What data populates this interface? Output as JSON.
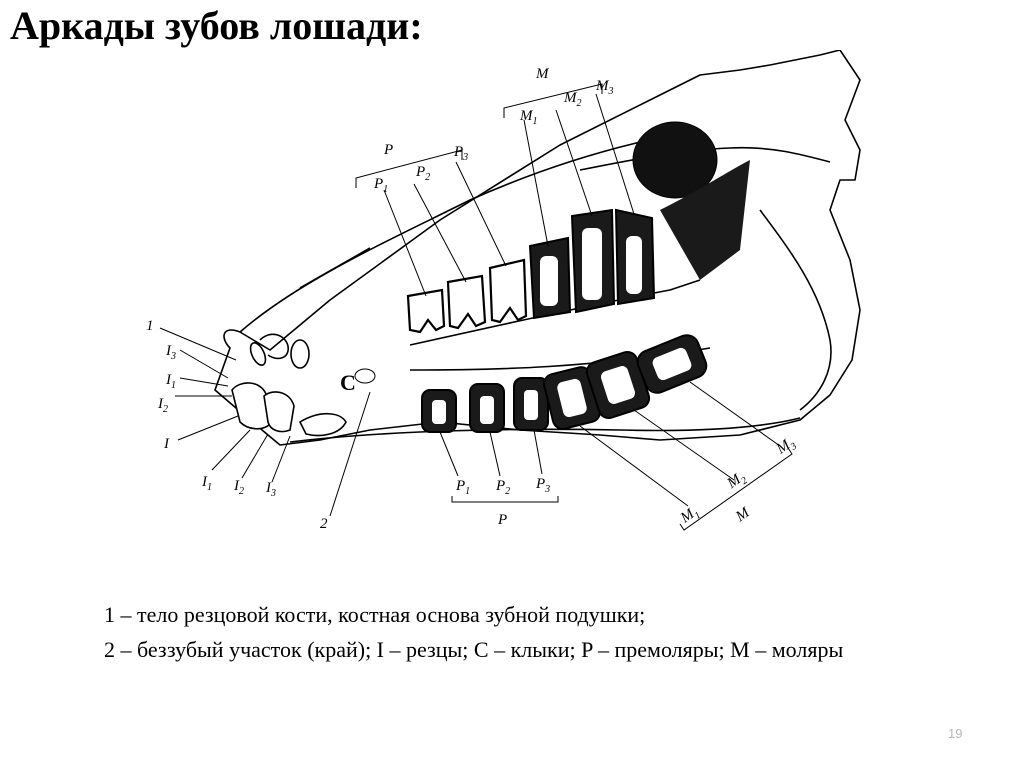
{
  "title": "Аркады зубов лошади:",
  "figure": {
    "labels": {
      "one": "1",
      "two": "2",
      "c": "C",
      "i": "I",
      "i1": "I",
      "i1_sub": "1",
      "i2": "I",
      "i2_sub": "2",
      "i3": "I",
      "i3_sub": "3",
      "p": "P",
      "p1": "P",
      "p1_sub": "1",
      "p2": "P",
      "p2_sub": "2",
      "p3": "P",
      "p3_sub": "3",
      "m": "M",
      "m1": "M",
      "m1_sub": "1",
      "m2": "M",
      "m2_sub": "2",
      "m3": "M",
      "m3_sub": "3"
    }
  },
  "caption": {
    "line1": "1 – тело резцовой кости, костная основа зубной подушки;",
    "line2": "2 – беззубый участок (край); I – резцы; C – клыки; P – премоляры; M – моляры"
  },
  "page_number": "19"
}
